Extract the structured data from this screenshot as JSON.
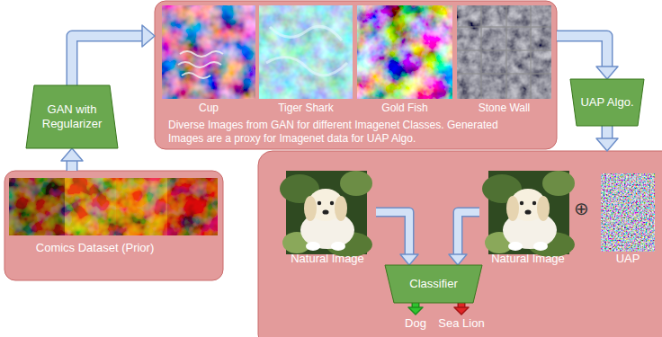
{
  "diagram": {
    "nodes": [
      {
        "text": [
          "Comics Dataset (Prior)"
        ]
      },
      {
        "text": [
          "GAN with Regularizer"
        ]
      },
      {
        "text": [
          "Diverse Images from GAN for different Imagenet Classes. Generated Images are a proxy for Imagenet data for UAP Algo."
        ]
      },
      {
        "text": [
          "Cup"
        ],
        "in": 2
      },
      {
        "text": [
          "Tiger Shark"
        ],
        "in": 2
      },
      {
        "text": [
          "Gold Fish"
        ],
        "in": 2
      },
      {
        "text": [
          "Stone Wall"
        ],
        "in": 2
      },
      {
        "text": [
          "UAP Algo."
        ]
      },
      {
        "text": []
      },
      {
        "text": [
          "Natural Image"
        ],
        "in": 8
      },
      {
        "text": [
          "Natural Image"
        ],
        "in": 8
      },
      {
        "text": [
          "UAP"
        ],
        "in": 8
      },
      {
        "text": [
          "Classifier"
        ],
        "in": 8
      },
      {
        "text": [
          "Dog"
        ],
        "in": 8
      },
      {
        "text": [
          "Sea Lion"
        ],
        "in": 8
      }
    ],
    "edges": [
      {
        "from": 0,
        "to": 1,
        "arrow": "to"
      },
      {
        "from": 1,
        "to": 2,
        "arrow": "to"
      },
      {
        "from": 2,
        "to": 7,
        "arrow": "to"
      },
      {
        "from": 7,
        "to": 8,
        "arrow": "to"
      },
      {
        "from": 9,
        "to": 12,
        "arrow": "to"
      },
      {
        "from": 10,
        "to": 12,
        "arrow": "to"
      },
      {
        "from": 12,
        "to": 13,
        "arrow": "to"
      },
      {
        "from": 12,
        "to": 14,
        "arrow": "to"
      }
    ],
    "labels": [
      "⊕"
    ]
  }
}
